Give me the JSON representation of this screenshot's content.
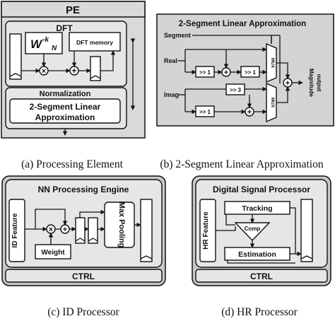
{
  "panel_a": {
    "title": "PE",
    "dft_label": "DFT",
    "twiddle_base": "W",
    "twiddle_sup": "-k",
    "twiddle_sub": "N",
    "dft_memory_label": "DFT memory",
    "normalization_label": "Normalization",
    "approx_line1": "2-Segment Linear",
    "approx_line2": "Approximation",
    "caption": "(a) Processing Element"
  },
  "panel_b": {
    "title": "2-Segment Linear Approximation",
    "segment_label": "Segment",
    "real_label": "Real",
    "imag_label": "Imag",
    "shift1_label": ">> 1",
    "shift2_label": ">> 1",
    "shift3_label": ">> 3",
    "shift4_label": ">> 1",
    "mux_label": "MUX",
    "mux2_label": "MUX",
    "output_line1": "Magnitude",
    "output_line2": "output",
    "caption": "(b) 2-Segment Linear Approximation"
  },
  "panel_c": {
    "title": "NN Processing Engine",
    "feature_label": "ID Feature",
    "weight_label": "Weight",
    "pool_label": "Max Pooling",
    "ctrl_label": "CTRL",
    "caption": "(c) ID Processor"
  },
  "panel_d": {
    "title": "Digital Signal Processor",
    "feature_label": "HR Feature",
    "tracking_label": "Tracking",
    "comp_label": "Comp",
    "estimation_label": "Estimation",
    "ctrl_label": "CTRL",
    "caption": "(d) HR Processor"
  },
  "symbols": {
    "multiply": "×",
    "add": "+"
  },
  "colors": {
    "panel_fill": "#e6e6e6",
    "frame_fill": "#d4d4d4",
    "line": "#111111"
  }
}
